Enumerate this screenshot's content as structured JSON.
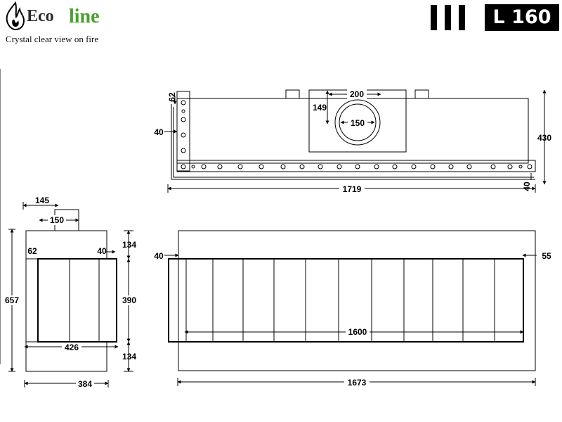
{
  "brand": {
    "word1": "Eco",
    "word2": "line",
    "tagline": "Crystal clear view on fire",
    "accent": "#4aa02c"
  },
  "model": {
    "label": "L 160"
  },
  "drawing": {
    "top_view": {
      "hood_width": "200",
      "pipe_offset": "149",
      "pipe_diameter": "150",
      "width": "1719",
      "depth": "430",
      "side_wall": "40",
      "corner": "62",
      "base_thickness": "40"
    },
    "side_view": {
      "top_depth": "145",
      "pipe_diameter": "150",
      "total_height": "657",
      "upper": "134",
      "glass_height": "390",
      "lower": "134",
      "corner": "62",
      "wall": "40",
      "glass_depth": "426",
      "depth": "384"
    },
    "front_view": {
      "left_margin": "40",
      "right_margin": "55",
      "glass_width": "1600",
      "width": "1673"
    }
  }
}
